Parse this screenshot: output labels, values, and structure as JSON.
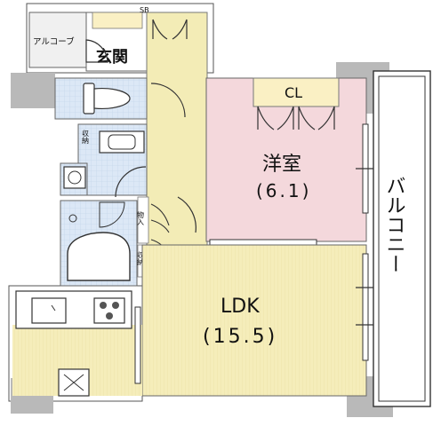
{
  "rooms": {
    "alcove": "アルコーブ",
    "entrance": "玄関",
    "shoe_box": "SB",
    "closet": "CL",
    "western_room_name": "洋室",
    "western_room_size": "(6.1)",
    "storage_1": "収納",
    "storage_2": "物入",
    "storage_3": "収納",
    "ldk_name": "LDK",
    "ldk_size": "(15.5)",
    "balcony": "バルコニー"
  },
  "colors": {
    "wall": "#b9b9b9",
    "corridor": "#f3ecb6",
    "ldk": "#f5edba",
    "western_room": "#f4d8dc",
    "wet_area": "#dce8f6",
    "closet": "#faf0c4",
    "alcove": "#f0f0f0"
  }
}
